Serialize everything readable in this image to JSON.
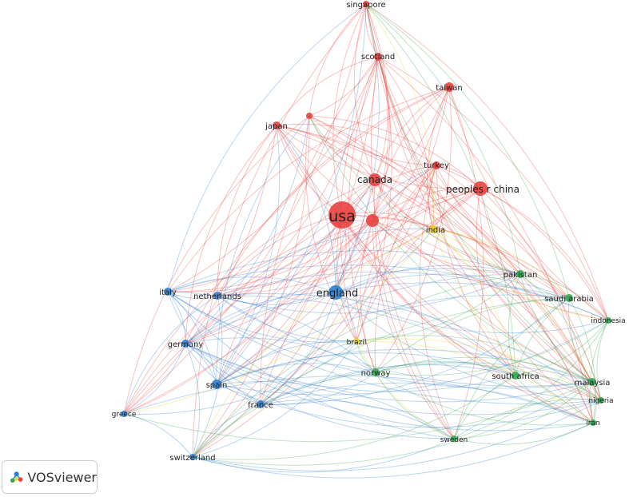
{
  "colors": {
    "red": "#e8413f",
    "blue": "#2f80d0",
    "green": "#34a853",
    "yellow": "#e6d219"
  },
  "nodes": [
    {
      "id": "usa",
      "label": "usa",
      "cluster": "red",
      "weight": 10
    },
    {
      "id": "peoples_r_china",
      "label": "peoples r china",
      "cluster": "red",
      "weight": 6
    },
    {
      "id": "canada",
      "label": "canada",
      "cluster": "red",
      "weight": 5
    },
    {
      "id": "red_unlabeled",
      "label": "",
      "cluster": "red",
      "weight": 5
    },
    {
      "id": "taiwan",
      "label": "taiwan",
      "cluster": "red",
      "weight": 4
    },
    {
      "id": "turkey",
      "label": "turkey",
      "cluster": "red",
      "weight": 3
    },
    {
      "id": "japan",
      "label": "japan",
      "cluster": "red",
      "weight": 3
    },
    {
      "id": "japan_small",
      "label": "",
      "cluster": "red",
      "weight": 2
    },
    {
      "id": "scotland",
      "label": "scotland",
      "cluster": "red",
      "weight": 3
    },
    {
      "id": "singapore",
      "label": "singapore",
      "cluster": "red",
      "weight": 2
    },
    {
      "id": "england",
      "label": "england",
      "cluster": "blue",
      "weight": 6
    },
    {
      "id": "italy",
      "label": "italy",
      "cluster": "blue",
      "weight": 3
    },
    {
      "id": "netherlands",
      "label": "netherlands",
      "cluster": "blue",
      "weight": 3
    },
    {
      "id": "germany",
      "label": "germany",
      "cluster": "blue",
      "weight": 3
    },
    {
      "id": "spain",
      "label": "spain",
      "cluster": "blue",
      "weight": 4
    },
    {
      "id": "france",
      "label": "france",
      "cluster": "blue",
      "weight": 3
    },
    {
      "id": "greece",
      "label": "greece",
      "cluster": "blue",
      "weight": 2
    },
    {
      "id": "switzerland",
      "label": "switzerland",
      "cluster": "blue",
      "weight": 2
    },
    {
      "id": "india",
      "label": "india",
      "cluster": "yellow",
      "weight": 3
    },
    {
      "id": "brazil",
      "label": "brazil",
      "cluster": "yellow",
      "weight": 2
    },
    {
      "id": "pakistan",
      "label": "pakistan",
      "cluster": "green",
      "weight": 3
    },
    {
      "id": "saudi_arabia",
      "label": "saudi arabia",
      "cluster": "green",
      "weight": 3
    },
    {
      "id": "indonesia",
      "label": "indonesia",
      "cluster": "green",
      "weight": 2
    },
    {
      "id": "malaysia",
      "label": "malaysia",
      "cluster": "green",
      "weight": 3
    },
    {
      "id": "nigeria",
      "label": "nigeria",
      "cluster": "green",
      "weight": 2
    },
    {
      "id": "iran",
      "label": "iran",
      "cluster": "green",
      "weight": 2
    },
    {
      "id": "south_africa",
      "label": "south africa",
      "cluster": "green",
      "weight": 3
    },
    {
      "id": "norway",
      "label": "norway",
      "cluster": "green",
      "weight": 3
    },
    {
      "id": "sweden",
      "label": "sweden",
      "cluster": "green",
      "weight": 2
    }
  ],
  "logo": {
    "text": "VOSviewer"
  }
}
